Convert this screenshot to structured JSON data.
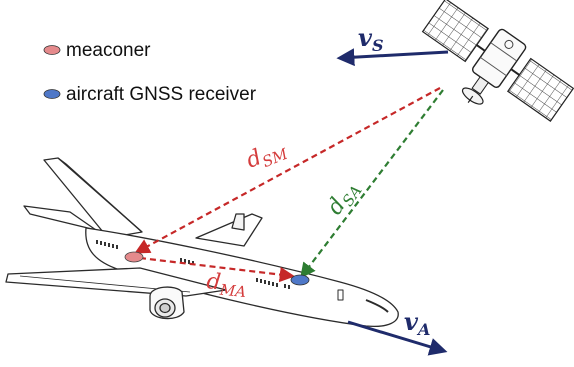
{
  "legend": {
    "items": [
      {
        "label": "meaconer",
        "color": "#e58a8c"
      },
      {
        "label": "aircraft GNSS receiver",
        "color": "#4f78c8"
      }
    ]
  },
  "labels": {
    "v_s": {
      "main": "v",
      "sub": "S",
      "color": "#1f2b6b"
    },
    "v_a": {
      "main": "v",
      "sub": "A",
      "color": "#1f2b6b"
    },
    "d_sm": {
      "main": "d",
      "sub": "SM",
      "color": "#d43c3c"
    },
    "d_sa": {
      "main": "d",
      "sub": "SA",
      "color": "#2e7d32"
    },
    "d_ma": {
      "main": "d",
      "sub": "MA",
      "color": "#d43c3c"
    }
  },
  "colors": {
    "red_dashed": "#c62828",
    "green_dashed": "#2e7d32",
    "velocity_arrow": "#1f2b6b",
    "outline": "#2b2b2b"
  }
}
